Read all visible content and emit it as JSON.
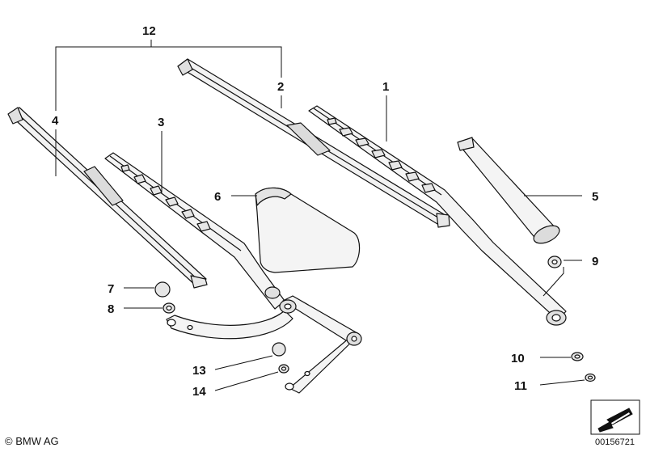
{
  "callouts": {
    "c1": "1",
    "c2": "2",
    "c3": "3",
    "c4": "4",
    "c5": "5",
    "c6": "6",
    "c7": "7",
    "c8": "8",
    "c9": "9",
    "c10": "10",
    "c11": "11",
    "c12": "12",
    "c13": "13",
    "c14": "14"
  },
  "footer": {
    "copyright": "© BMW AG",
    "document_number": "00156721"
  },
  "colors": {
    "line": "#111111",
    "part_fill": "#f4f4f4",
    "part_shade": "#d9d9d9"
  }
}
